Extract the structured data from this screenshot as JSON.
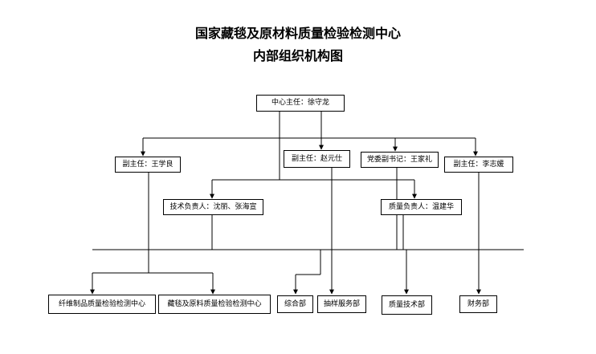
{
  "title": {
    "line1": "国家藏毯及原材料质量检验检测中心",
    "line2": "内部组织机构图"
  },
  "nodes": {
    "director": "中心主任：徐守龙",
    "deputy_wang": "副主任：王学良",
    "deputy_zhao": "副主任：赵元仕",
    "party_secretary": "党委副书记：王家礼",
    "deputy_li": "副主任：李志媛",
    "tech_lead": "技术负责人：沈丽、张海宣",
    "quality_lead": "质量负责人：温建华",
    "fiber_center": "纤维制品质量检验检测中心",
    "carpet_center": "藏毯及原料质量检验检测中心",
    "general_dept": "综合部",
    "sampling_dept": "抽样服务部",
    "quality_tech_dept": "质量技术部",
    "finance_dept": "财务部"
  }
}
